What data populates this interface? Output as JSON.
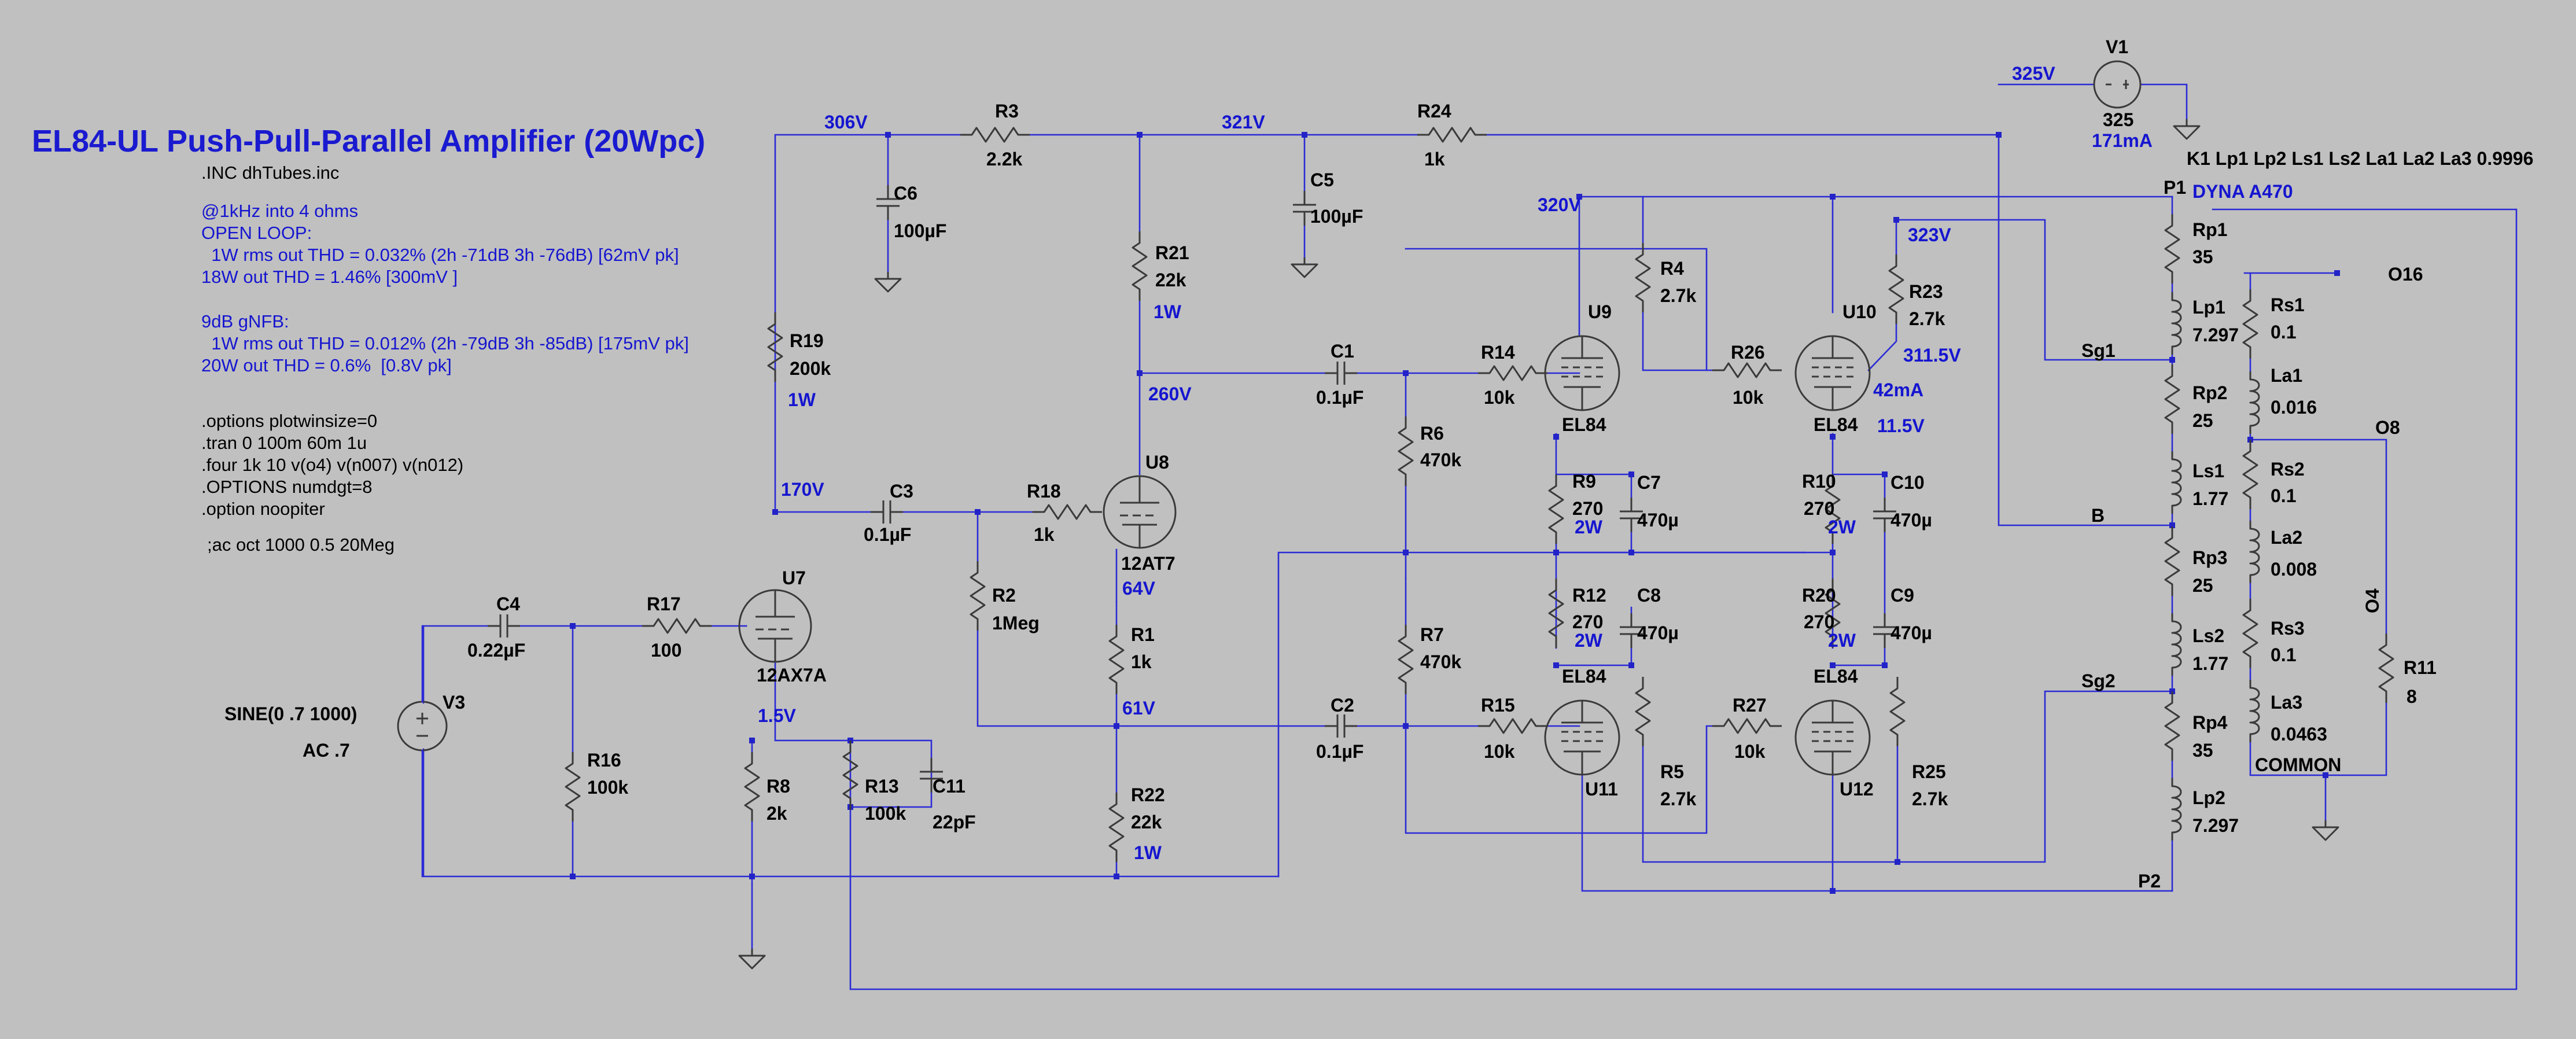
{
  "title": "EL84-UL Push-Pull-Parallel Amplifier (20Wpc)",
  "directives": [
    ".INC dhTubes.inc",
    ".options plotwinsize=0",
    ".tran 0 100m 60m 1u",
    ".four 1k 10 v(o4) v(n007) v(n012)",
    ".OPTIONS numdgt=8",
    ".option noopiter",
    ";ac oct 1000 0.5 20Meg",
    "K1 Lp1 Lp2 Ls1 Ls2 La1 La2 La3 0.9996"
  ],
  "notes": [
    "@1kHz into 4 ohms",
    "OPEN LOOP:",
    "  1W rms out THD = 0.032% (2h -71dB 3h -76dB) [62mV pk]",
    "18W out THD = 1.46%  [300mV ]",
    "9dB gNFB:",
    "  1W rms out THD = 0.012% (2h -79dB 3h -85dB) [175mV pk]",
    "20W out THD = 0.6%  [0.8V pk]"
  ],
  "transformer_label": "DYNA A470",
  "node_voltages": {
    "v306": "306V",
    "v321": "321V",
    "v325": "325V",
    "v320": "320V",
    "v323": "323V",
    "v260": "260V",
    "v170": "170V",
    "v64": "64V",
    "v61": "61V",
    "v1_5": "1.5V",
    "v311_5": "311.5V",
    "v11_5": "11.5V",
    "i42": "42mA",
    "i171": "171mA"
  },
  "net_labels": {
    "P1": "P1",
    "P2": "P2",
    "Sg1": "Sg1",
    "Sg2": "Sg2",
    "B": "B",
    "O16": "O16",
    "O8": "O8",
    "O4": "O4",
    "COMMON": "COMMON"
  },
  "sources": {
    "V1": {
      "name": "V1",
      "value": "325"
    },
    "V3": {
      "name": "V3",
      "value": "SINE(0 .7 1000)",
      "ac": "AC .7"
    }
  },
  "tubes": {
    "U7": {
      "name": "U7",
      "model": "12AX7A"
    },
    "U8": {
      "name": "U8",
      "model": "12AT7"
    },
    "U9": {
      "name": "U9",
      "model": "EL84"
    },
    "U10": {
      "name": "U10",
      "model": "EL84"
    },
    "U11": {
      "name": "U11",
      "model": "EL84"
    },
    "U12": {
      "name": "U12",
      "model": "EL84"
    }
  },
  "components": {
    "R1": {
      "name": "R1",
      "value": "1k"
    },
    "R2": {
      "name": "R2",
      "value": "1Meg"
    },
    "R3": {
      "name": "R3",
      "value": "2.2k"
    },
    "R4": {
      "name": "R4",
      "value": "2.7k"
    },
    "R5": {
      "name": "R5",
      "value": "2.7k"
    },
    "R6": {
      "name": "R6",
      "value": "470k"
    },
    "R7": {
      "name": "R7",
      "value": "470k"
    },
    "R8": {
      "name": "R8",
      "value": "2k"
    },
    "R9": {
      "name": "R9",
      "value": "270",
      "power": "2W"
    },
    "R10": {
      "name": "R10",
      "value": "270",
      "power": "2W"
    },
    "R11": {
      "name": "R11",
      "value": "8"
    },
    "R12": {
      "name": "R12",
      "value": "270",
      "power": "2W"
    },
    "R13": {
      "name": "R13",
      "value": "100k"
    },
    "R14": {
      "name": "R14",
      "value": "10k"
    },
    "R15": {
      "name": "R15",
      "value": "10k"
    },
    "R16": {
      "name": "R16",
      "value": "100k"
    },
    "R17": {
      "name": "R17",
      "value": "100"
    },
    "R18": {
      "name": "R18",
      "value": "1k"
    },
    "R19": {
      "name": "R19",
      "value": "200k",
      "power": "1W"
    },
    "R20": {
      "name": "R20",
      "value": "270",
      "power": "2W"
    },
    "R21": {
      "name": "R21",
      "value": "22k",
      "power": "1W"
    },
    "R22": {
      "name": "R22",
      "value": "22k",
      "power": "1W"
    },
    "R23": {
      "name": "R23",
      "value": "2.7k"
    },
    "R24": {
      "name": "R24",
      "value": "1k"
    },
    "R25": {
      "name": "R25",
      "value": "2.7k"
    },
    "R26": {
      "name": "R26",
      "value": "10k"
    },
    "R27": {
      "name": "R27",
      "value": "10k"
    },
    "C1": {
      "name": "C1",
      "value": "0.1µF"
    },
    "C2": {
      "name": "C2",
      "value": "0.1µF"
    },
    "C3": {
      "name": "C3",
      "value": "0.1µF"
    },
    "C4": {
      "name": "C4",
      "value": "0.22µF"
    },
    "C5": {
      "name": "C5",
      "value": "100µF"
    },
    "C6": {
      "name": "C6",
      "value": "100µF"
    },
    "C7": {
      "name": "C7",
      "value": "470µ"
    },
    "C8": {
      "name": "C8",
      "value": "470µ"
    },
    "C9": {
      "name": "C9",
      "value": "470µ"
    },
    "C10": {
      "name": "C10",
      "value": "470µ"
    },
    "C11": {
      "name": "C11",
      "value": "22pF"
    }
  },
  "inductors": {
    "Rp1": {
      "name": "Rp1",
      "value": "35"
    },
    "Lp1": {
      "name": "Lp1",
      "value": "7.297"
    },
    "Rp2": {
      "name": "Rp2",
      "value": "25"
    },
    "Ls1": {
      "name": "Ls1",
      "value": "1.77"
    },
    "Rp3": {
      "name": "Rp3",
      "value": "25"
    },
    "Ls2": {
      "name": "Ls2",
      "value": "1.77"
    },
    "Rp4": {
      "name": "Rp4",
      "value": "35"
    },
    "Lp2": {
      "name": "Lp2",
      "value": "7.297"
    },
    "Rs1": {
      "name": "Rs1",
      "value": "0.1"
    },
    "La1": {
      "name": "La1",
      "value": "0.016"
    },
    "Rs2": {
      "name": "Rs2",
      "value": "0.1"
    },
    "La2": {
      "name": "La2",
      "value": "0.008"
    },
    "Rs3": {
      "name": "Rs3",
      "value": "0.1"
    },
    "La3": {
      "name": "La3",
      "value": "0.0463"
    }
  },
  "colors": {
    "background": "#c0c0c0",
    "wire": "#2b2bd6",
    "symbol": "#3a3a3a",
    "annotation": "#1515d0",
    "text": "#000000"
  }
}
